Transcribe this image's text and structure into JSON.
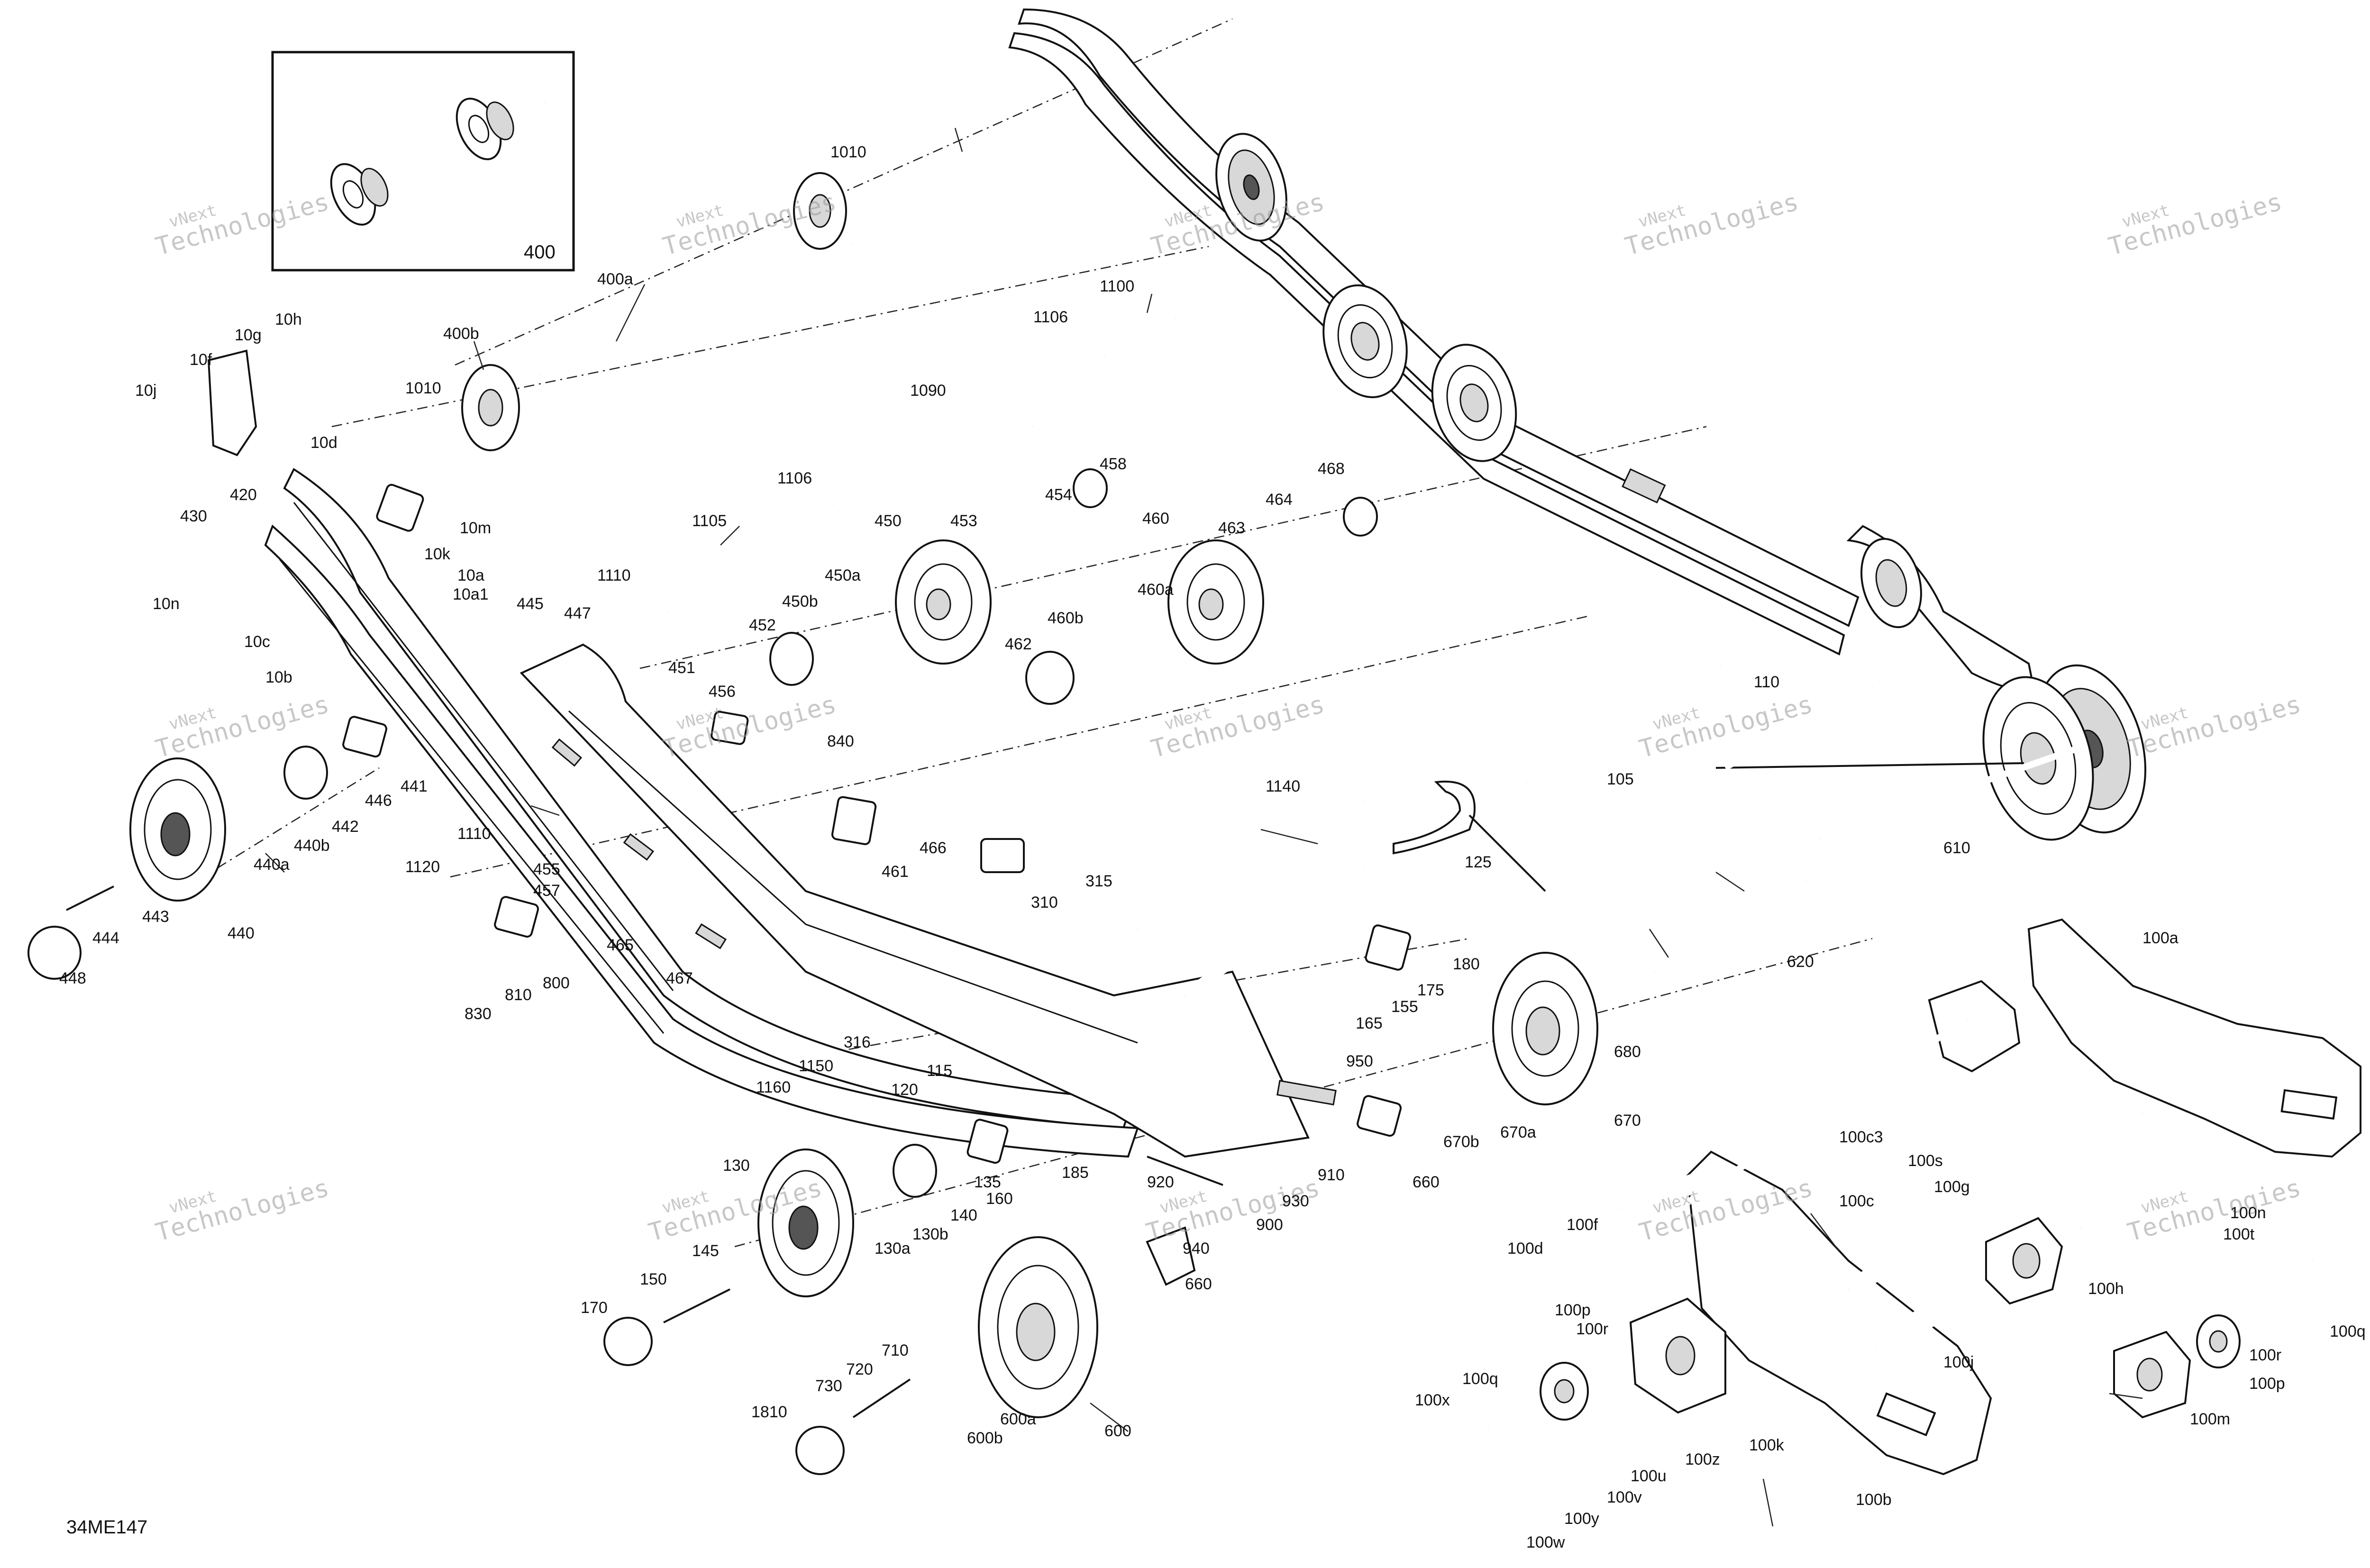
{
  "diagram": {
    "reference_code": "34ME147",
    "watermark": {
      "line1": "vNext",
      "line2": "Technologies"
    },
    "inset_label": "400",
    "callouts": [
      {
        "id": "1010a",
        "text": "1010"
      },
      {
        "id": "400a",
        "text": "400a"
      },
      {
        "id": "400b",
        "text": "400b"
      },
      {
        "id": "1010b",
        "text": "1010"
      },
      {
        "id": "1106a",
        "text": "1106"
      },
      {
        "id": "1100",
        "text": "1100"
      },
      {
        "id": "1090",
        "text": "1090"
      },
      {
        "id": "1106b",
        "text": "1106"
      },
      {
        "id": "1105",
        "text": "1105"
      },
      {
        "id": "1110a",
        "text": "1110"
      },
      {
        "id": "10h",
        "text": "10h"
      },
      {
        "id": "10g",
        "text": "10g"
      },
      {
        "id": "10f",
        "text": "10f"
      },
      {
        "id": "10j",
        "text": "10j"
      },
      {
        "id": "10d",
        "text": "10d"
      },
      {
        "id": "430",
        "text": "430"
      },
      {
        "id": "420",
        "text": "420"
      },
      {
        "id": "10m",
        "text": "10m"
      },
      {
        "id": "10k",
        "text": "10k"
      },
      {
        "id": "10a",
        "text": "10a"
      },
      {
        "id": "10a1",
        "text": "10a1"
      },
      {
        "id": "10n",
        "text": "10n"
      },
      {
        "id": "10c",
        "text": "10c"
      },
      {
        "id": "10b",
        "text": "10b"
      },
      {
        "id": "445",
        "text": "445"
      },
      {
        "id": "447",
        "text": "447"
      },
      {
        "id": "458",
        "text": "458"
      },
      {
        "id": "454",
        "text": "454"
      },
      {
        "id": "453",
        "text": "453"
      },
      {
        "id": "450",
        "text": "450"
      },
      {
        "id": "450a",
        "text": "450a"
      },
      {
        "id": "450b",
        "text": "450b"
      },
      {
        "id": "452",
        "text": "452"
      },
      {
        "id": "451",
        "text": "451"
      },
      {
        "id": "456",
        "text": "456"
      },
      {
        "id": "468",
        "text": "468"
      },
      {
        "id": "464",
        "text": "464"
      },
      {
        "id": "463",
        "text": "463"
      },
      {
        "id": "460",
        "text": "460"
      },
      {
        "id": "460a",
        "text": "460a"
      },
      {
        "id": "460b",
        "text": "460b"
      },
      {
        "id": "462",
        "text": "462"
      },
      {
        "id": "840",
        "text": "840"
      },
      {
        "id": "466",
        "text": "466"
      },
      {
        "id": "461",
        "text": "461"
      },
      {
        "id": "441",
        "text": "441"
      },
      {
        "id": "446",
        "text": "446"
      },
      {
        "id": "442",
        "text": "442"
      },
      {
        "id": "440b",
        "text": "440b"
      },
      {
        "id": "440a",
        "text": "440a"
      },
      {
        "id": "440",
        "text": "440"
      },
      {
        "id": "443",
        "text": "443"
      },
      {
        "id": "444",
        "text": "444"
      },
      {
        "id": "448",
        "text": "448"
      },
      {
        "id": "1110b",
        "text": "1110"
      },
      {
        "id": "1120",
        "text": "1120"
      },
      {
        "id": "455",
        "text": "455"
      },
      {
        "id": "457",
        "text": "457"
      },
      {
        "id": "310",
        "text": "310"
      },
      {
        "id": "315",
        "text": "315"
      },
      {
        "id": "800",
        "text": "800"
      },
      {
        "id": "810",
        "text": "810"
      },
      {
        "id": "830",
        "text": "830"
      },
      {
        "id": "465",
        "text": "465"
      },
      {
        "id": "467",
        "text": "467"
      },
      {
        "id": "316",
        "text": "316"
      },
      {
        "id": "1140",
        "text": "1140"
      },
      {
        "id": "125",
        "text": "125"
      },
      {
        "id": "105",
        "text": "105"
      },
      {
        "id": "110",
        "text": "110"
      },
      {
        "id": "610",
        "text": "610"
      },
      {
        "id": "620",
        "text": "620"
      },
      {
        "id": "180",
        "text": "180"
      },
      {
        "id": "175",
        "text": "175"
      },
      {
        "id": "155",
        "text": "155"
      },
      {
        "id": "165",
        "text": "165"
      },
      {
        "id": "680",
        "text": "680"
      },
      {
        "id": "670",
        "text": "670"
      },
      {
        "id": "670a",
        "text": "670a"
      },
      {
        "id": "670b",
        "text": "670b"
      },
      {
        "id": "950",
        "text": "950"
      },
      {
        "id": "660a",
        "text": "660"
      },
      {
        "id": "1150",
        "text": "1150"
      },
      {
        "id": "1160",
        "text": "1160"
      },
      {
        "id": "115",
        "text": "115"
      },
      {
        "id": "120",
        "text": "120"
      },
      {
        "id": "185",
        "text": "185"
      },
      {
        "id": "135",
        "text": "135"
      },
      {
        "id": "160",
        "text": "160"
      },
      {
        "id": "140",
        "text": "140"
      },
      {
        "id": "130b",
        "text": "130b"
      },
      {
        "id": "130a",
        "text": "130a"
      },
      {
        "id": "130",
        "text": "130"
      },
      {
        "id": "145",
        "text": "145"
      },
      {
        "id": "150",
        "text": "150"
      },
      {
        "id": "170",
        "text": "170"
      },
      {
        "id": "920",
        "text": "920"
      },
      {
        "id": "910",
        "text": "910"
      },
      {
        "id": "930",
        "text": "930"
      },
      {
        "id": "900",
        "text": "900"
      },
      {
        "id": "940",
        "text": "940"
      },
      {
        "id": "660b",
        "text": "660"
      },
      {
        "id": "600",
        "text": "600"
      },
      {
        "id": "600a",
        "text": "600a"
      },
      {
        "id": "600b",
        "text": "600b"
      },
      {
        "id": "710",
        "text": "710"
      },
      {
        "id": "720",
        "text": "720"
      },
      {
        "id": "730",
        "text": "730"
      },
      {
        "id": "1810",
        "text": "1810"
      },
      {
        "id": "100a",
        "text": "100a"
      },
      {
        "id": "100c3",
        "text": "100c3"
      },
      {
        "id": "100s",
        "text": "100s"
      },
      {
        "id": "100c",
        "text": "100c"
      },
      {
        "id": "100g",
        "text": "100g"
      },
      {
        "id": "100t",
        "text": "100t"
      },
      {
        "id": "100n",
        "text": "100n"
      },
      {
        "id": "100h",
        "text": "100h"
      },
      {
        "id": "100q",
        "text": "100q"
      },
      {
        "id": "100r",
        "text": "100r"
      },
      {
        "id": "100p",
        "text": "100p"
      },
      {
        "id": "100m",
        "text": "100m"
      },
      {
        "id": "100f",
        "text": "100f"
      },
      {
        "id": "100d",
        "text": "100d"
      },
      {
        "id": "100p2",
        "text": "100p"
      },
      {
        "id": "100r2",
        "text": "100r"
      },
      {
        "id": "100q2",
        "text": "100q"
      },
      {
        "id": "100x",
        "text": "100x"
      },
      {
        "id": "100j",
        "text": "100j"
      },
      {
        "id": "100k",
        "text": "100k"
      },
      {
        "id": "100z",
        "text": "100z"
      },
      {
        "id": "100u",
        "text": "100u"
      },
      {
        "id": "100v",
        "text": "100v"
      },
      {
        "id": "100y",
        "text": "100y"
      },
      {
        "id": "100w",
        "text": "100w"
      },
      {
        "id": "100b",
        "text": "100b"
      }
    ]
  }
}
